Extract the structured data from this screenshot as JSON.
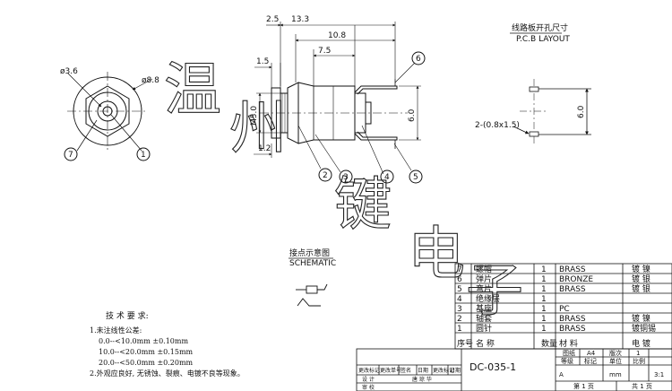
{
  "front_view": {
    "dim_outer": "ø8.8",
    "dim_inner": "ø3.6",
    "balloon_left": "7",
    "balloon_right": "1"
  },
  "side_view": {
    "dims": {
      "total": "13.3",
      "body": "10.8",
      "barrel": "7.5",
      "flange": "2.5",
      "thread_len": "1.5",
      "thread": "M5.0",
      "nut": "1.2",
      "pin_span": "6.0"
    },
    "balloons": [
      "2",
      "3",
      "4",
      "5",
      "6"
    ]
  },
  "pcb_layout": {
    "title_cn": "线路板开孔尺寸",
    "title_en": "P.C.B LAYOUT",
    "holes": "2-(0.8x1.5)",
    "spacing": "6.0"
  },
  "schematic": {
    "title_cn": "接点示意图",
    "title_en": "SCHEMATIC"
  },
  "tech_requirements": {
    "heading": "技 术 要 求:",
    "lines": [
      "1.未注线性公差:",
      "0.0--<10.0mm    ±0.10mm",
      "10.0--<20.0mm  ±0.15mm",
      "20.0--<50.0mm  ±0.20mm",
      "2.外观应良好, 无锈蚀、裂痕、电镀不良等现象。"
    ]
  },
  "bom": {
    "header": [
      "序号",
      "名    称",
      "数量",
      "材    料",
      "电    镀"
    ],
    "rows": [
      [
        "7",
        "螺帽",
        "1",
        "BRASS",
        "镀    镍"
      ],
      [
        "6",
        "弹片",
        "1",
        "BRONZE",
        "镀    银"
      ],
      [
        "5",
        "弯片",
        "1",
        "BRASS",
        "镀    银"
      ],
      [
        "4",
        "绝缘层",
        "1",
        "",
        ""
      ],
      [
        "3",
        "基座",
        "1",
        "PC",
        ""
      ],
      [
        "2",
        "轴套",
        "1",
        "BRASS",
        "镀    镍"
      ],
      [
        "1",
        "圆针",
        "1",
        "BRASS",
        "镀铜锡"
      ]
    ]
  },
  "title_block": {
    "drawing_no": "DC-035-1",
    "paper_label": "图纸",
    "paper_value": "A4",
    "version_label": "版次",
    "version_value": "1",
    "grade_label": "等级",
    "mark_label": "标记",
    "unit_label": "单位",
    "scale_label": "比例",
    "grade_value": "A",
    "unit_value": "mm",
    "scale_value": "3:1",
    "page": "第 1 页",
    "total": "共 1 页",
    "rev_headers": [
      "更改标记",
      "更改单号",
      "签名",
      "日期",
      "更改标记",
      "更改单号",
      "签名",
      "日期"
    ],
    "design_label": "设    计",
    "designer": "唐 琼 华",
    "review_label": "审    校"
  },
  "watermark": [
    "温",
    "州",
    "键",
    "电",
    "子"
  ]
}
